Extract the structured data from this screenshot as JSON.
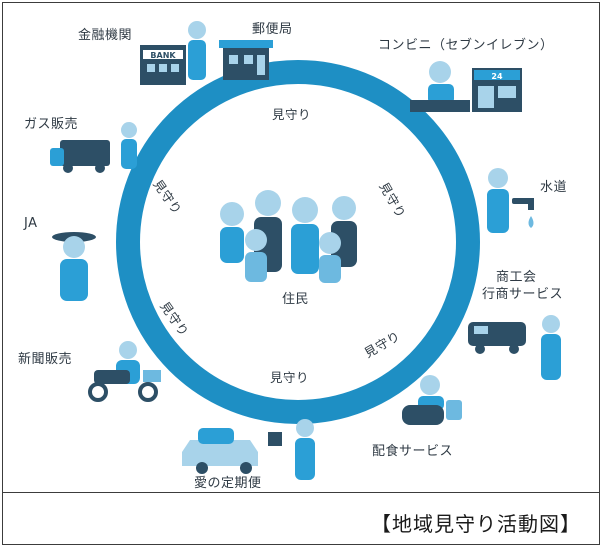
{
  "center_label": "住民",
  "ring_labels": [
    "見守り",
    "見守り",
    "見守り",
    "見守り",
    "見守り",
    "見守り"
  ],
  "nodes": {
    "bank": "金融機関",
    "post": "郵便局",
    "convenience": "コンビニ（セブンイレブン）",
    "gas": "ガス販売",
    "water": "水道",
    "ja": "JA",
    "commerce_line1": "商工会",
    "commerce_line2": "行商サービス",
    "newspaper": "新聞販売",
    "meal": "配食サービス",
    "delivery": "愛の定期便"
  },
  "icon_texts": {
    "bank_sign": "BANK",
    "store_sign": "24"
  },
  "colors": {
    "ring": "#1e8fc4",
    "figure": "#2b9fd6",
    "dark": "#2d4f66",
    "light": "#a8d3ea"
  },
  "caption": "【地域見守り活動図】"
}
